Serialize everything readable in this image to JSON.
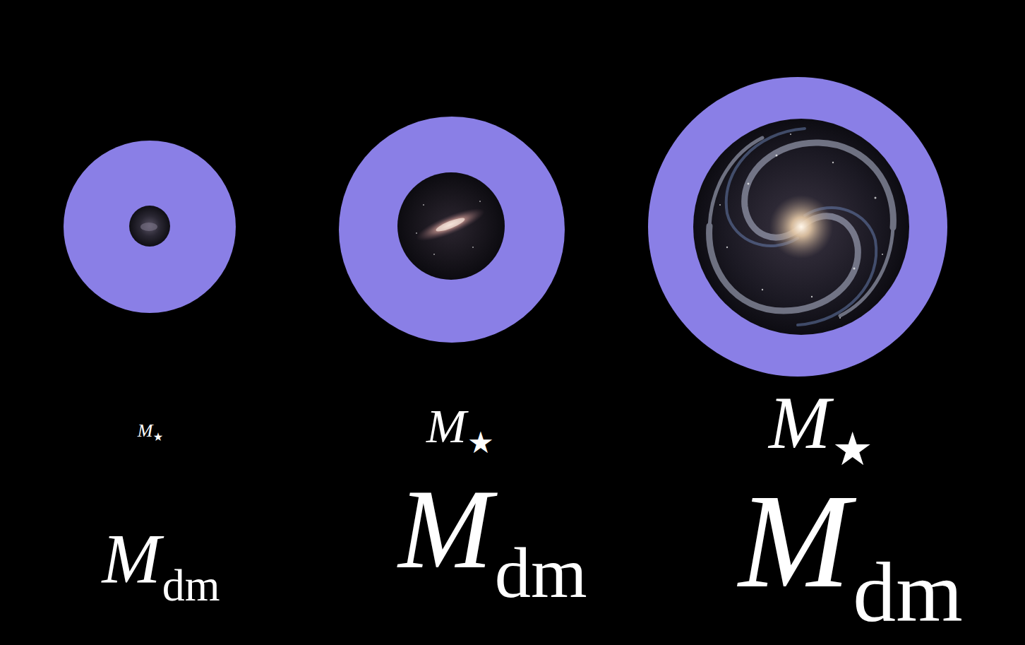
{
  "diagram": {
    "labels": [
      "M",
      "★",
      "M",
      "★",
      "M",
      "★",
      "M",
      "dm",
      "M",
      "dm",
      "M",
      "dm"
    ]
  }
}
